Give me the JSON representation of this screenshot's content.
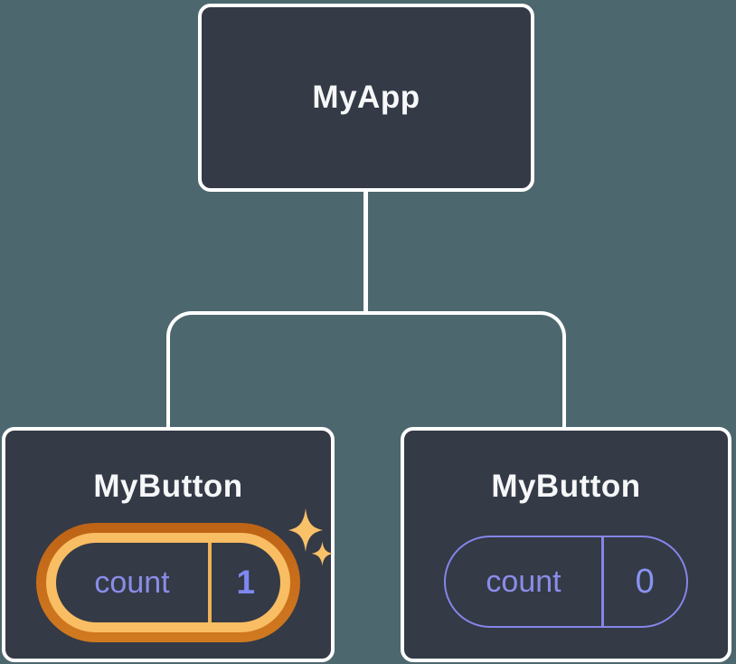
{
  "diagram": {
    "description": "React component tree showing state held by components",
    "background_color": "#4d676e",
    "node_fill_color": "#343a46",
    "node_border_color": "#ffffff",
    "accent_purple": "#8585e8",
    "accent_gold": "#f9bd63",
    "accent_orange": "#c96f1c",
    "root": {
      "title": "MyApp"
    },
    "children": [
      {
        "title": "MyButton",
        "state_label": "count",
        "state_value": "1",
        "highlighted": true,
        "icon": "sparkles-icon"
      },
      {
        "title": "MyButton",
        "state_label": "count",
        "state_value": "0",
        "highlighted": false
      }
    ]
  }
}
